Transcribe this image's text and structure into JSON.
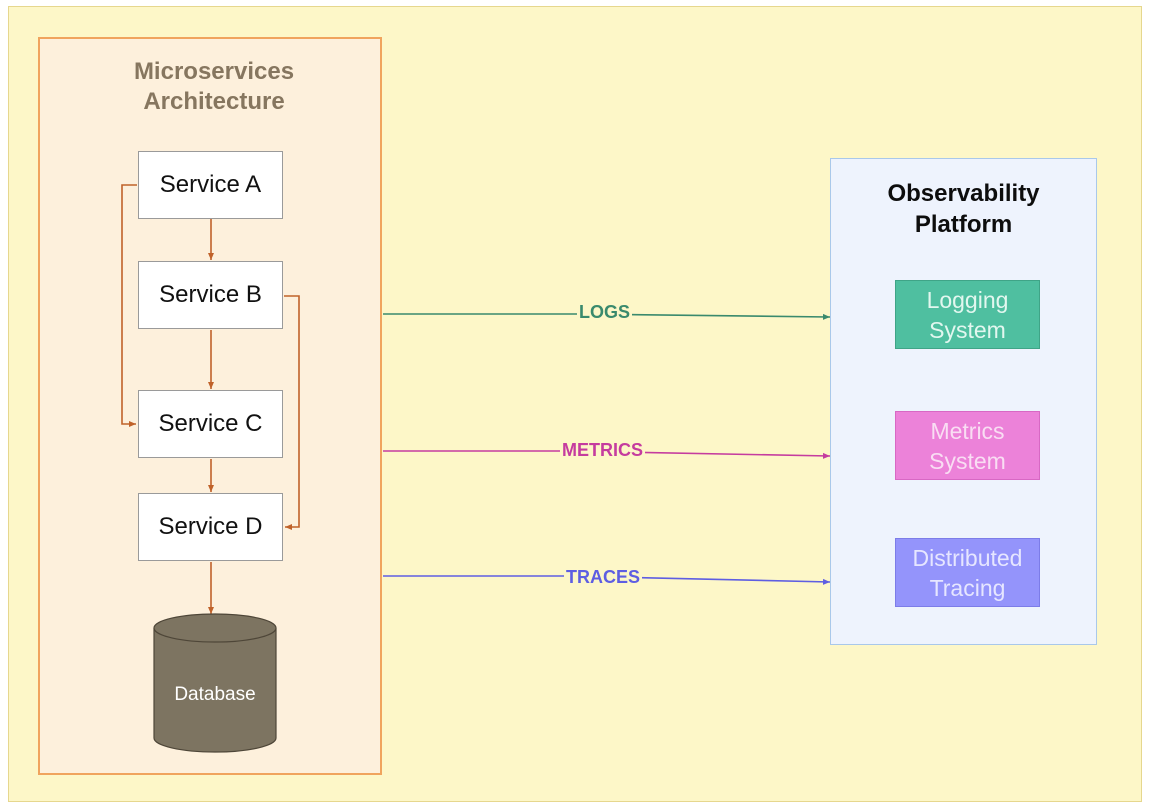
{
  "microservices": {
    "title_line1": "Microservices",
    "title_line2": "Architecture",
    "services": [
      "Service A",
      "Service B",
      "Service C",
      "Service D"
    ],
    "database": "Database"
  },
  "observability": {
    "title_line1": "Observability",
    "title_line2": "Platform",
    "systems": [
      {
        "line1": "Logging",
        "line2": "System"
      },
      {
        "line1": "Metrics",
        "line2": "System"
      },
      {
        "line1": "Distributed",
        "line2": "Tracing"
      }
    ]
  },
  "flows": [
    {
      "label": "LOGS",
      "color": "#3a8a6d"
    },
    {
      "label": "METRICS",
      "color": "#c53c9f"
    },
    {
      "label": "TRACES",
      "color": "#5e5ee2"
    }
  ],
  "colors": {
    "background": "#fdf7c8",
    "microservices_panel": "#fdf0dc",
    "panel_border": "#f0a45e",
    "service_arrow": "#c0622a",
    "database": "#7d7461",
    "observability_panel": "#eef3fd"
  }
}
